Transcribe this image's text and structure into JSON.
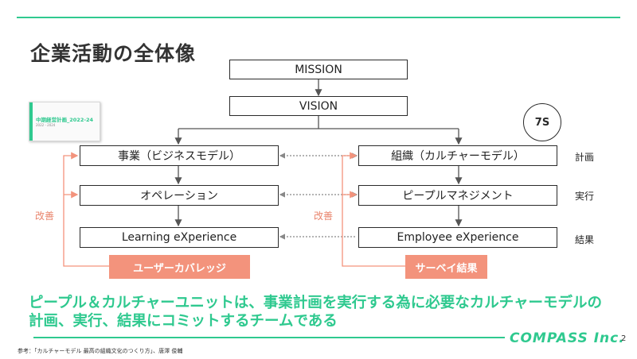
{
  "title": "企業活動の全体像",
  "thumbnail": {
    "title": "中期経営計画_2022-24",
    "subtitle": "2022 - 2024"
  },
  "diagram": {
    "mission": "MISSION",
    "vision": "VISION",
    "badge": "7S",
    "left": [
      "事業（ビジネスモデル）",
      "オペレーション",
      "Learning eXperience"
    ],
    "right": [
      "組織（カルチャーモデル）",
      "ピープルマネジメント",
      "Employee eXperience"
    ],
    "rows": [
      "計画",
      "実行",
      "結果"
    ],
    "kaizen_left": "改善",
    "kaizen_right": "改善",
    "left_feedback": "ユーザーカバレッジ",
    "right_feedback": "サーベイ結果"
  },
  "headline": "ピープル＆カルチャーユニットは、事業計画を実行する為に必要なカルチャーモデルの計画、実行、結果にコミットするチームである",
  "footer": {
    "logo": "COMPASS Inc.",
    "page": "2",
    "reference": "参考：「カルチャーモデル 最高の組織文化のつくり方」、唐澤 俊輔"
  },
  "colors": {
    "accent": "#2fc98f",
    "feedback": "#f3937c"
  }
}
